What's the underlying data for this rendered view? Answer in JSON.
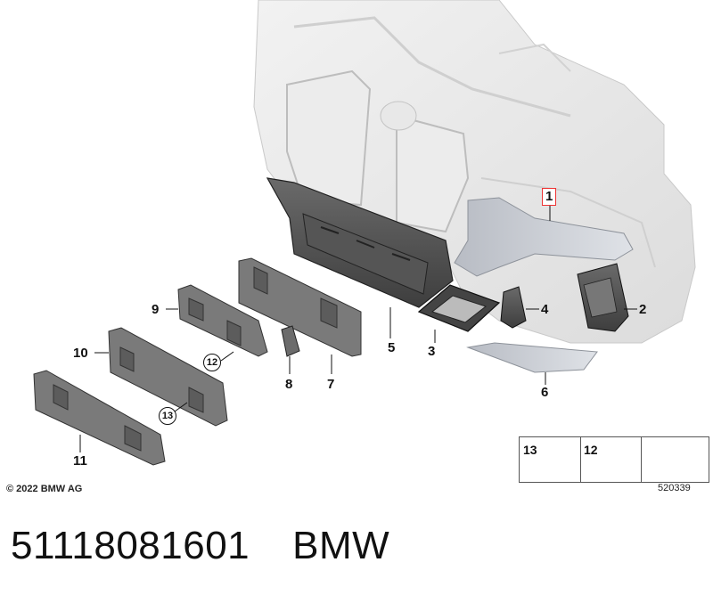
{
  "callouts": {
    "c1": "1",
    "c2": "2",
    "c3": "3",
    "c4": "4",
    "c5": "5",
    "c6": "6",
    "c7": "7",
    "c8": "8",
    "c9": "9",
    "c10": "10",
    "c11": "11",
    "c12": "12",
    "c13": "13"
  },
  "legend": {
    "item_13": "13",
    "item_12": "12"
  },
  "copyright": "© 2022 BMW AG",
  "image_number": "520339",
  "footer": {
    "part_number": "51118081601",
    "brand": "BMW"
  }
}
